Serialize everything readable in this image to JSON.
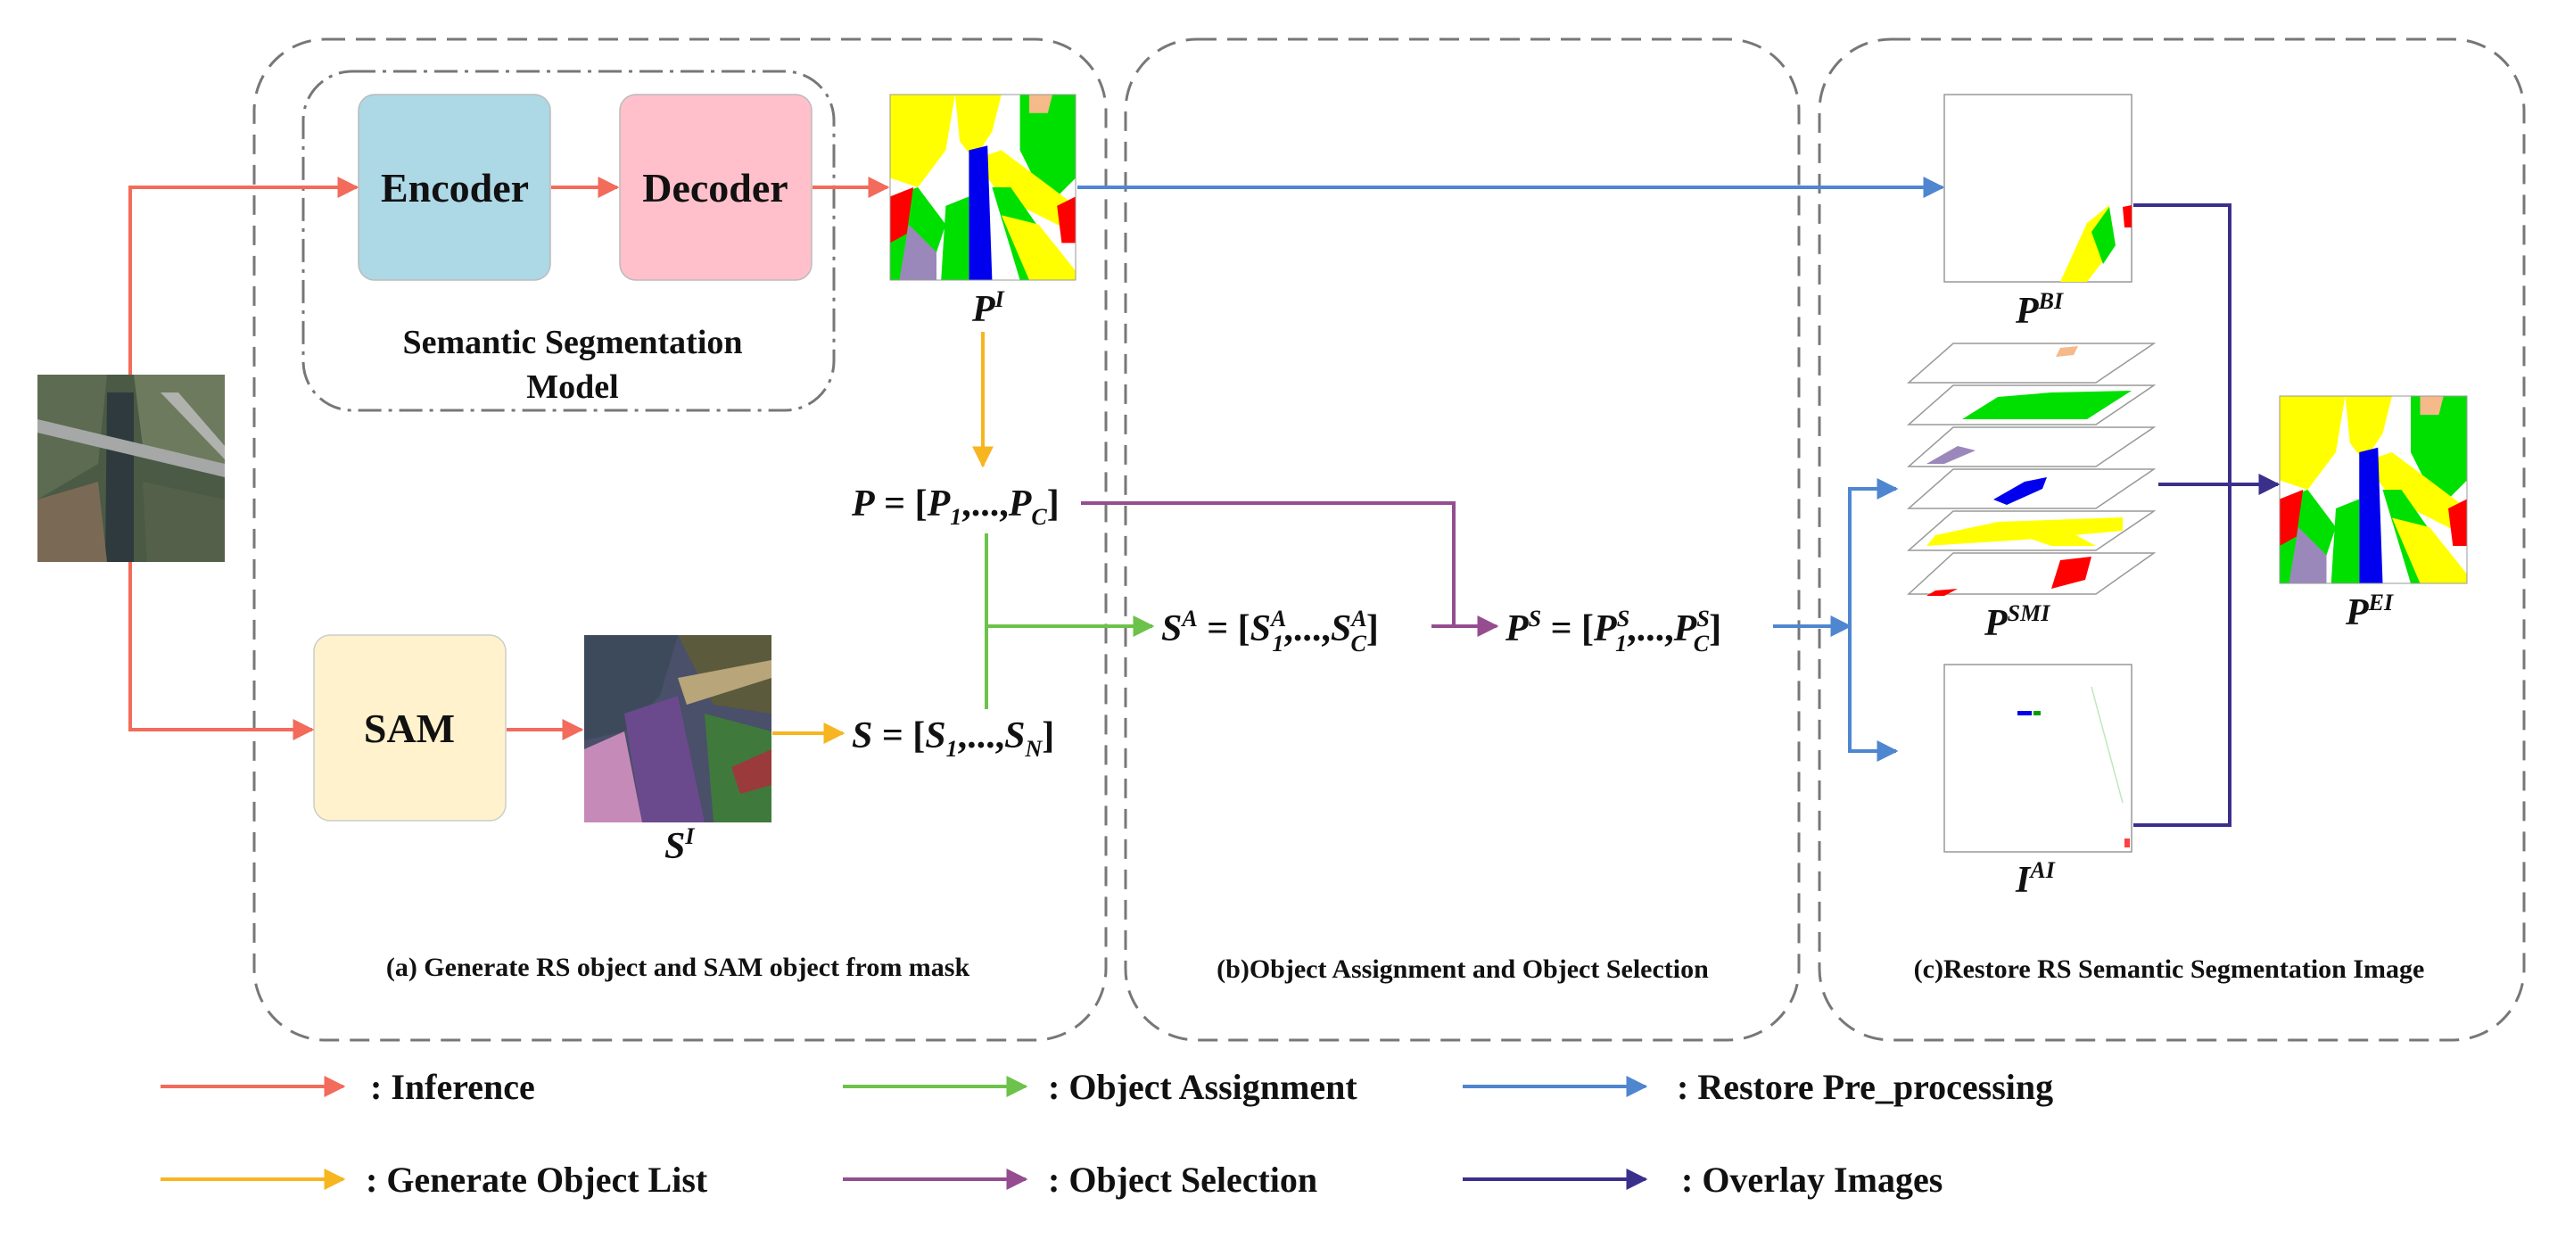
{
  "blocks": {
    "encoder": "Encoder",
    "decoder": "Decoder",
    "sam": "SAM",
    "seg_model_line1": "Semantic Segmentation",
    "seg_model_line2": "Model"
  },
  "panels": {
    "a": "(a) Generate RS object and SAM object from mask",
    "b": "(b)Object Assignment and Object Selection",
    "c": "(c)Restore RS Semantic Segmentation Image"
  },
  "labels": {
    "PI": {
      "base": "P",
      "sup": "I"
    },
    "SI": {
      "base": "S",
      "sup": "I"
    },
    "PBI": {
      "base": "P",
      "sup": "BI"
    },
    "PSMI": {
      "base": "P",
      "sup": "SMI"
    },
    "IAI": {
      "base": "I",
      "sup": "AI"
    },
    "PEI": {
      "base": "P",
      "sup": "EI"
    }
  },
  "equations": {
    "P_list": {
      "lhs": "P",
      "first": "P",
      "first_sub": "1",
      "dots": ",...,",
      "last": "P",
      "last_sub": "C"
    },
    "S_list": {
      "lhs": "S",
      "first": "S",
      "first_sub": "1",
      "dots": ",...,",
      "last": "S",
      "last_sub": "N"
    },
    "SA_list": {
      "lhs": "S",
      "lhs_sup": "A",
      "first": "S",
      "first_sub": "1",
      "first_sup": "A",
      "dots": ",...,",
      "last": "S",
      "last_sub": "C",
      "last_sup": "A"
    },
    "PS_list": {
      "lhs": "P",
      "lhs_sup": "S",
      "first": "P",
      "first_sub": "1",
      "first_sup": "S",
      "dots": ",...,",
      "last": "P",
      "last_sub": "C",
      "last_sup": "S"
    }
  },
  "legend": [
    {
      "label": ": Inference",
      "color": "#f26b5b"
    },
    {
      "label": ": Object Assignment",
      "color": "#6cc24a"
    },
    {
      "label": ": Restore Pre_processing",
      "color": "#4f86d0"
    },
    {
      "label": ": Generate Object List",
      "color": "#f7b520"
    },
    {
      "label": ": Object Selection",
      "color": "#954d8f"
    },
    {
      "label": ": Overlay Images",
      "color": "#3b2f8c"
    }
  ],
  "colors": {
    "inference": "#f26b5b",
    "assignment": "#6cc24a",
    "restore": "#4f86d0",
    "generate": "#f7b520",
    "selection": "#954d8f",
    "overlay": "#3b2f8c",
    "encoder_fill": "#add8e6",
    "decoder_fill": "#ffc0cb",
    "sam_fill": "#fff2cc",
    "seg_yellow": "#ffff00",
    "seg_green": "#00e000",
    "seg_blue": "#0000ee",
    "seg_red": "#ff0000",
    "seg_purple": "#9b88bb",
    "seg_peach": "#f5b98a"
  }
}
